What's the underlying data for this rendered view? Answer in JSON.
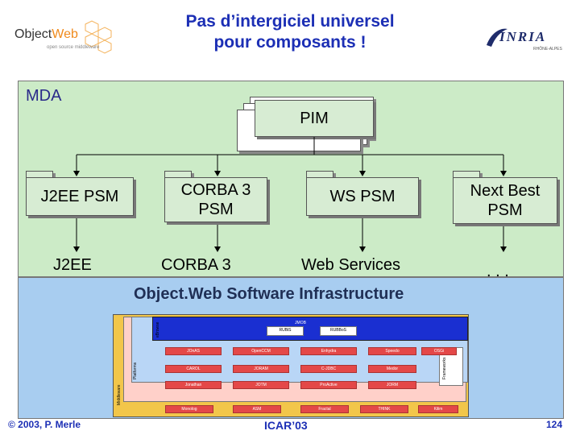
{
  "header": {
    "title_line1": "Pas d’intergiciel universel",
    "title_line2": "pour composants !",
    "objectweb_logo": {
      "part1": "Object",
      "part2": "Web",
      "tagline": "open source middleware"
    },
    "inria_logo": {
      "word": "INRIA",
      "sub": "RHÔNE-ALPES"
    }
  },
  "mda": {
    "label": "MDA",
    "pim": "PIM",
    "psm": [
      {
        "line1": "J2EE PSM",
        "line2": ""
      },
      {
        "line1": "CORBA 3",
        "line2": "PSM"
      },
      {
        "line1": "WS PSM",
        "line2": ""
      },
      {
        "line1": "Next Best",
        "line2": "PSM"
      }
    ]
  },
  "platforms": [
    "J2EE",
    "CORBA 3",
    "Web Services",
    ". . ."
  ],
  "infrastructure": {
    "title": "Object.Web Software Infrastructure",
    "components": {
      "jmob": "JMOB",
      "rubis": "RUBiS",
      "rubbos": "RUBBoS",
      "jonas": "JOnAS",
      "openccm": "OpenCCM",
      "enhydra": "Enhydra",
      "speedo": "Speedo",
      "osgi": "OSGi",
      "carol": "CAROL",
      "joram": "JORAM",
      "cjdbc": "C-JDBC",
      "medor": "Medor",
      "jonathan": "Jonathan",
      "jotm": "JOTM",
      "proactive": "ProActive",
      "jorm": "JORM",
      "monolog": "Monolog",
      "asm": "ASM",
      "fractal": "Fractal",
      "think": "THINK",
      "kilim": "Kilim",
      "side_platforms": "Platforms",
      "side_middleware": "Middleware",
      "side_frameworks": "Frameworks",
      "side_ebrowse": "eBrowse"
    }
  },
  "footer": {
    "left": "© 2003, P. Merle",
    "center": "ICAR’03",
    "page": "124"
  },
  "colors": {
    "title_blue": "#1c2fb5",
    "mda_green": "#ccebc7",
    "infra_blue": "#a8cdf0",
    "component_red": "#e44848",
    "diagram_yellow": "#f2c64a"
  }
}
